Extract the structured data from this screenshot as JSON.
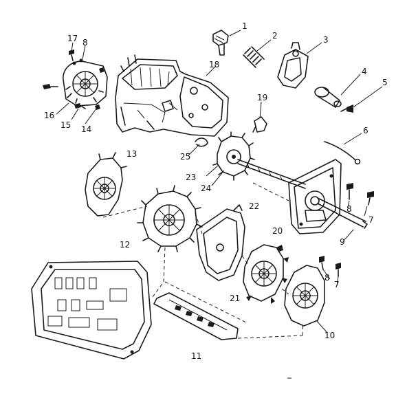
{
  "colors": {
    "ink": "#1a1a1a",
    "paper": "#ffffff"
  },
  "callouts": {
    "c1": "1",
    "c2": "2",
    "c3": "3",
    "c4": "4",
    "c5": "5",
    "c6": "6",
    "c7a": "7",
    "c7b": "7",
    "c8a": "8",
    "c8b": "8",
    "c8c": "8",
    "c9": "9",
    "c10": "10",
    "c11": "11",
    "c12": "12",
    "c13": "13",
    "c14": "14",
    "c15": "15",
    "c16": "16",
    "c17": "17",
    "c18": "18",
    "c19": "19",
    "c20": "20",
    "c21": "21",
    "c22": "22",
    "c23": "23",
    "c24": "24",
    "c25": "25"
  }
}
